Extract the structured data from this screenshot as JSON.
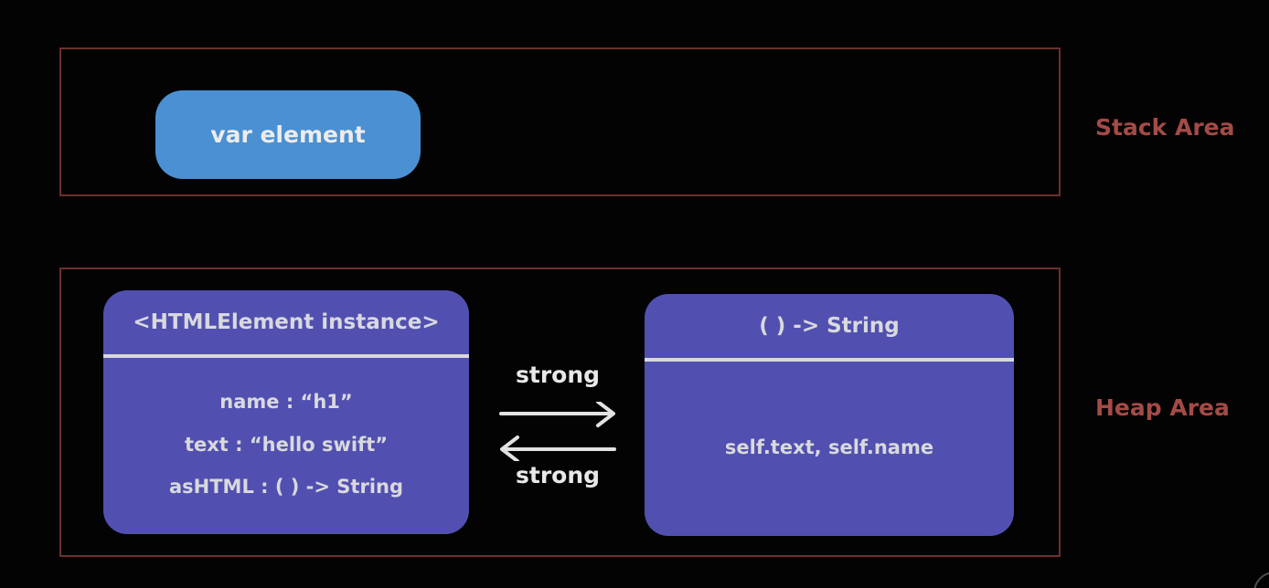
{
  "diagram": {
    "stack": {
      "label": "Stack Area",
      "var_box": {
        "label": "var element"
      }
    },
    "heap": {
      "label": "Heap Area",
      "instance_box": {
        "title": "<HTMLElement instance>",
        "fields": [
          "name : “h1”",
          "text : “hello swift”",
          "asHTML : ( ) -> String"
        ]
      },
      "closure_box": {
        "title": "( ) -> String",
        "body": "self.text,  self.name"
      },
      "references": {
        "top_label": "strong",
        "bottom_label": "strong"
      }
    },
    "colors": {
      "background": "#030303",
      "region_border": "#6e2f2d",
      "area_label_text": "#a34b47",
      "stack_node_fill": "#4a90d2",
      "heap_node_fill": "#5150b0",
      "node_text": "#d9d9de",
      "arrow_stroke": "#e2e2e2"
    }
  }
}
